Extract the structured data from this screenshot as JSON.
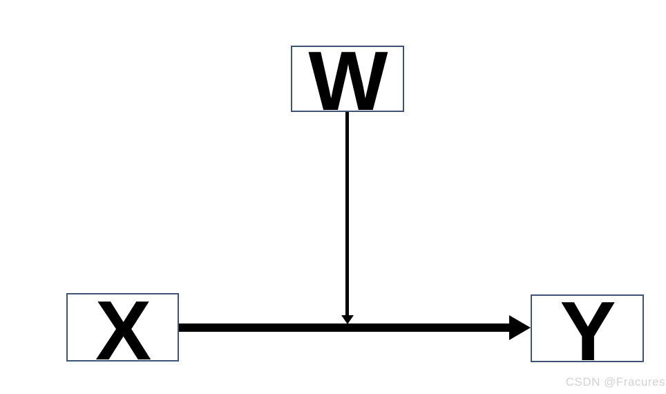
{
  "diagram": {
    "nodes": [
      {
        "id": "w",
        "label": "W"
      },
      {
        "id": "x",
        "label": "X"
      },
      {
        "id": "y",
        "label": "Y"
      }
    ],
    "edges": [
      {
        "from": "X",
        "to": "Y",
        "style": "thick-solid-arrow"
      },
      {
        "from": "W",
        "to": "midpoint-of-X-Y-arrow",
        "style": "thin-solid-arrow"
      }
    ],
    "colors": {
      "background": "#ffffff",
      "node_border": "#3E5376",
      "node_fill": "#ffffff",
      "arrow": "#000000",
      "label_text": "#000000"
    }
  },
  "watermark": {
    "text": "CSDN @Fracures",
    "color": "#d2d2d2"
  }
}
